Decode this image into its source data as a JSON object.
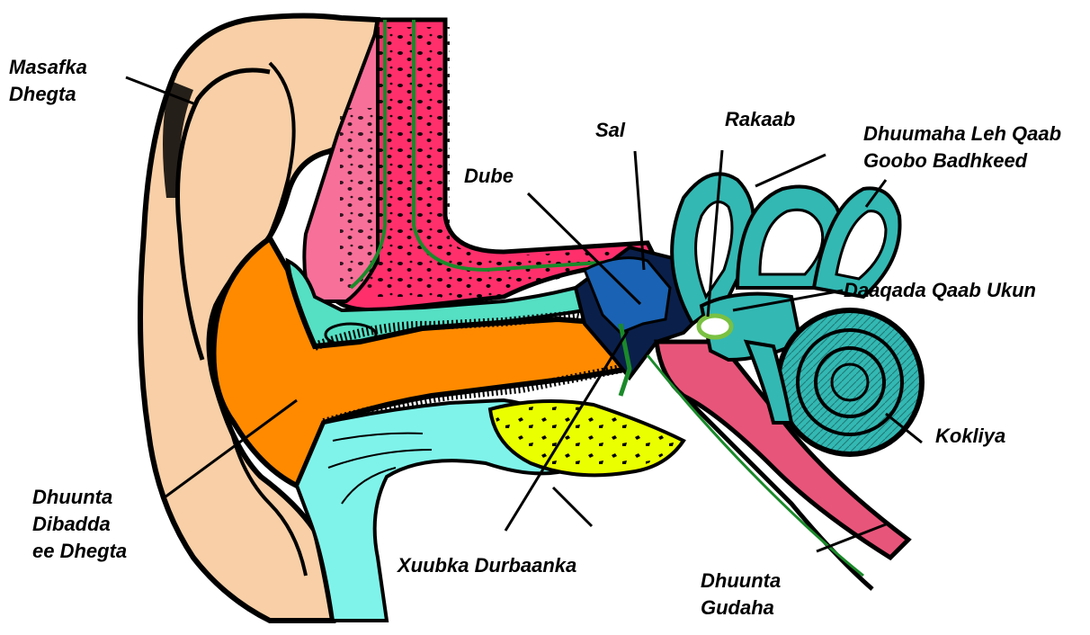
{
  "labels": {
    "pinna": [
      "Masafka",
      "Dhegta"
    ],
    "ear_canal": [
      "Dhuunta",
      "Dibadda",
      "ee Dhegta"
    ],
    "eardrum": "Xuubka Durbaanka",
    "malleus": "Dube",
    "incus": "Sal",
    "stapes": "Rakaab",
    "semicircular_canals": [
      "Dhuumaha Leh Qaab",
      "Goobo Badhkeed"
    ],
    "oval_window": "Daaqada Qaab Ukun",
    "cochlea": "Kokliya",
    "eustachian_tube": [
      "Dhuunta",
      "Gudaha"
    ]
  },
  "colors": {
    "pinna": "#f8cfa6",
    "canal": "#ff8a00",
    "bone": "#ff2f6b",
    "bone_light": "#f7709a",
    "cartilage": "#55dfc3",
    "cyan_tissue": "#7ff3ea",
    "ossicles": "#1a62b3",
    "labyrinth": "#33b8b3",
    "yellow_gland": "#eaff00",
    "tube": "#e8557a",
    "outline": "#000000",
    "membrane": "#1a8a2a"
  }
}
